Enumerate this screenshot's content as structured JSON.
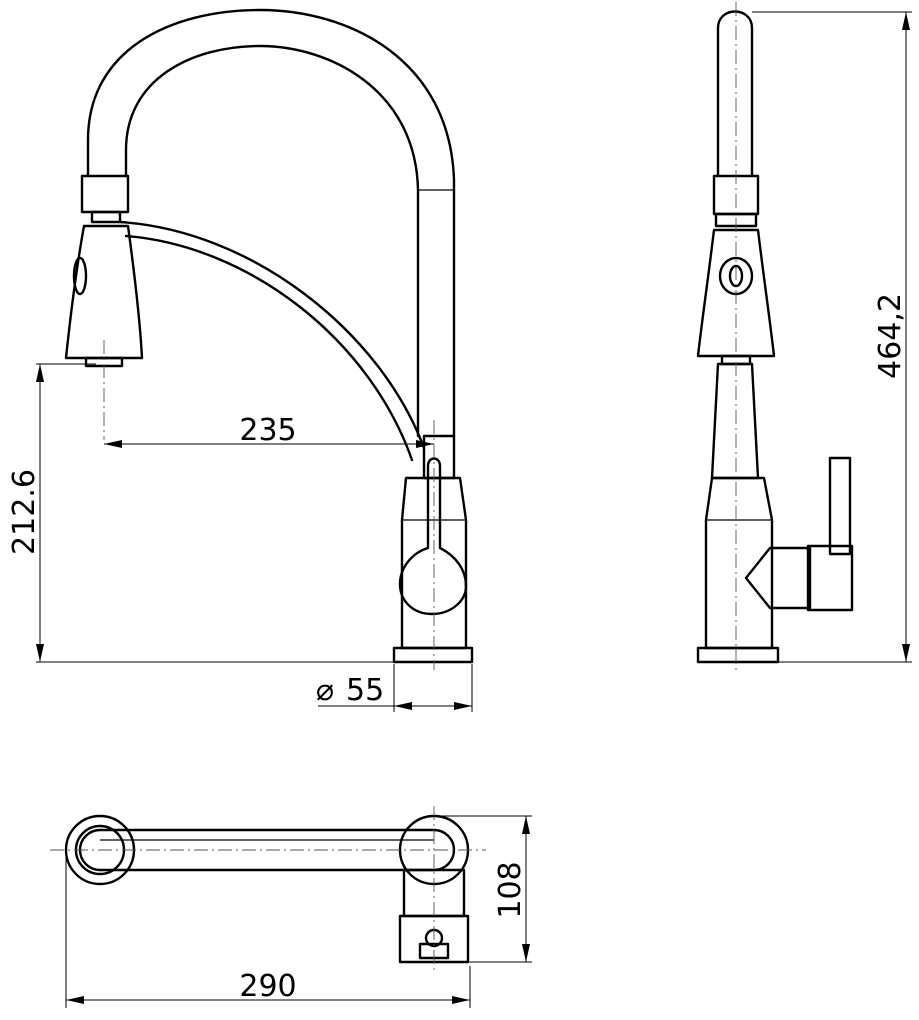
{
  "dimensions": {
    "spout_reach": "235",
    "spray_height": "212.6",
    "total_height": "464,2",
    "base_diameter": "55",
    "top_width": "290",
    "top_depth": "108"
  },
  "symbols": {
    "diameter": "⌀"
  }
}
